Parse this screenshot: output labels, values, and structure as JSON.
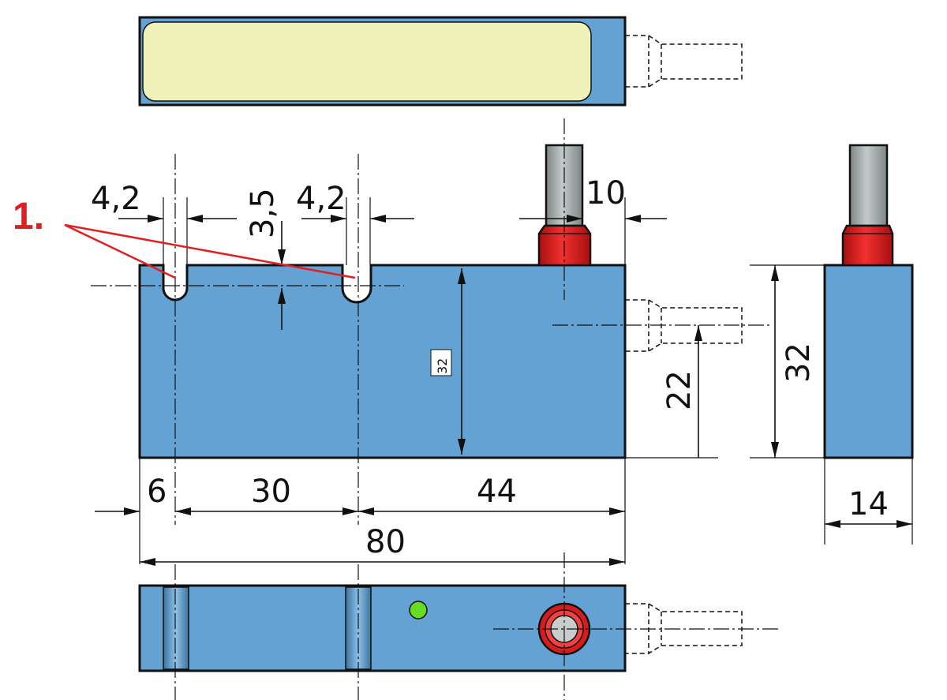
{
  "colors": {
    "body": "#64a2d4",
    "label_plate": "#eef2b8",
    "connector_red": "#e41e1e",
    "cable_grey": "#a4acac",
    "led_green": "#66dd22",
    "callout": "#e02020",
    "line": "#111111"
  },
  "callout": {
    "label": "1."
  },
  "dimensions": {
    "slot_width_left": "4,2",
    "slot_depth": "3,5",
    "slot_width_right": "4,2",
    "connector_offset": "10",
    "inner_height_label": "32",
    "connector_height": "22",
    "side_height": "32",
    "edge_to_slot": "6",
    "slot_spacing": "30",
    "slot_to_end": "44",
    "overall_length": "80",
    "side_width": "14"
  }
}
